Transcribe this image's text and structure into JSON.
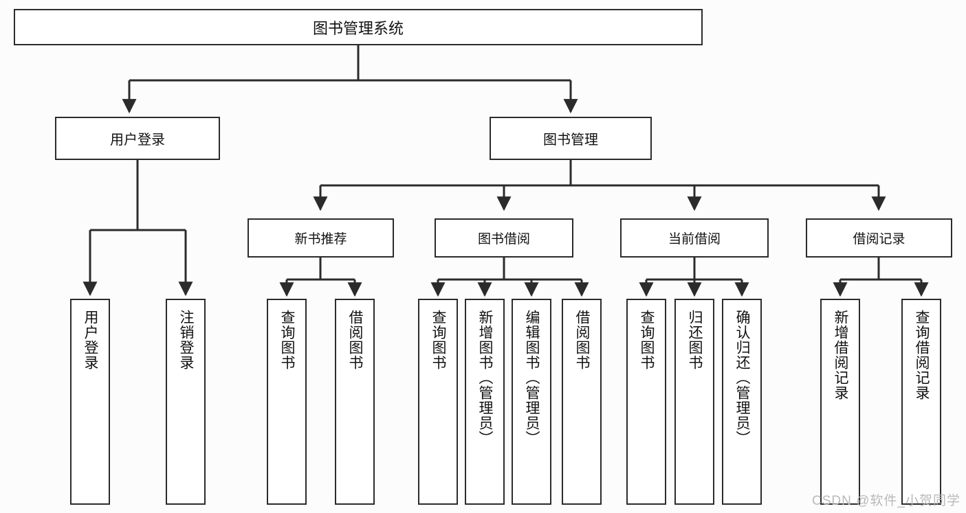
{
  "diagram": {
    "type": "hierarchy-tree",
    "title": "图书管理系统",
    "watermark": "CSDN @软件_小贺同学",
    "colors": {
      "background": "#fcfcfc",
      "node_fill": "#ffffff",
      "node_border": "#2b2b2b",
      "edge": "#2b2b2b",
      "text": "#111111",
      "watermark": "#b9b9b9"
    },
    "root": {
      "label": "图书管理系统"
    },
    "level1": [
      {
        "label": "用户登录"
      },
      {
        "label": "图书管理"
      }
    ],
    "level2": [
      {
        "label": "新书推荐"
      },
      {
        "label": "图书借阅"
      },
      {
        "label": "当前借阅"
      },
      {
        "label": "借阅记录"
      }
    ],
    "leaves": {
      "user_login": [
        {
          "label": "用户登录"
        },
        {
          "label": "注销登录"
        }
      ],
      "new_book": [
        {
          "label": "查询图书"
        },
        {
          "label": "借阅图书"
        }
      ],
      "book_borrow": [
        {
          "label": "查询图书"
        },
        {
          "label": "新增图书（管理员）"
        },
        {
          "label": "编辑图书（管理员）"
        },
        {
          "label": "借阅图书"
        }
      ],
      "current_borrow": [
        {
          "label": "查询图书"
        },
        {
          "label": "归还图书"
        },
        {
          "label": "确认归还（管理员）"
        }
      ],
      "borrow_record": [
        {
          "label": "新增借阅记录"
        },
        {
          "label": "查询借阅记录"
        }
      ]
    }
  }
}
